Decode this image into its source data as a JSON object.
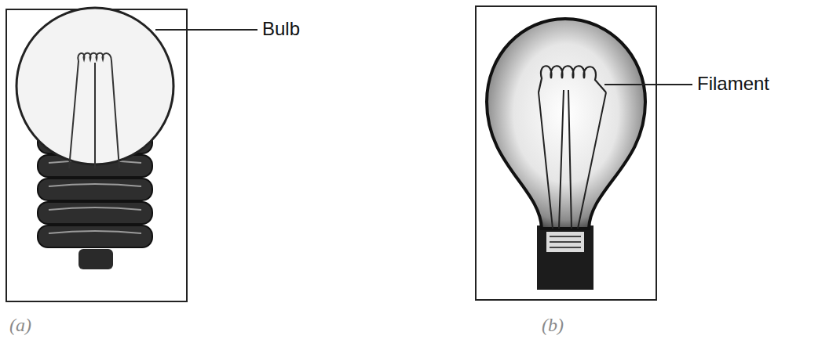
{
  "diagram": {
    "labels": [
      "Bulb",
      "Filament",
      "(a)",
      "(b)"
    ]
  }
}
